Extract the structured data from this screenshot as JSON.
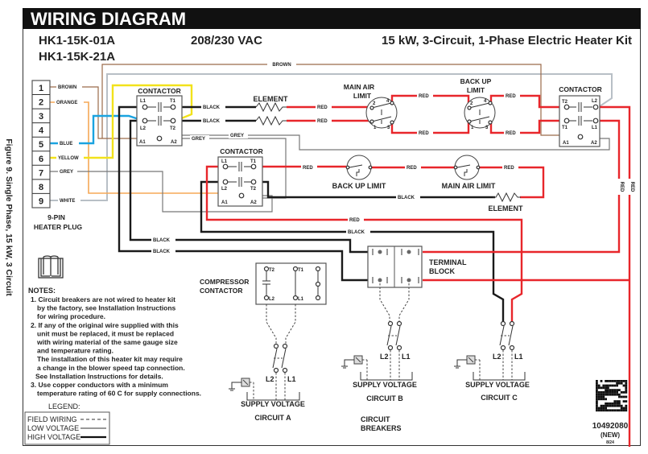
{
  "header": {
    "title": "WIRING DIAGRAM",
    "models": [
      "HK1-15K-01A",
      "HK1-15K-21A"
    ],
    "voltage": "208/230 VAC",
    "description": "15 kW, 3-Circuit, 1-Phase Electric Heater Kit"
  },
  "figure_caption": "Figure 9. Single Phase, 15 kW, 3 Circuit",
  "plug": {
    "pins": [
      "1",
      "2",
      "3",
      "4",
      "5",
      "6",
      "7",
      "8",
      "9"
    ],
    "wires": {
      "1": "BROWN",
      "2": "ORANGE",
      "5": "BLUE",
      "6": "YELLOW",
      "7": "GREY",
      "9": "WHITE"
    },
    "label_line1": "9-PIN",
    "label_line2": "HEATER PLUG"
  },
  "components": {
    "contactor": "CONTACTOR",
    "element": "ELEMENT",
    "main_air_limit_l1": "MAIN AIR",
    "main_air_limit_l2": "LIMIT",
    "back_up_limit_l1": "BACK UP",
    "back_up_limit_l2": "LIMIT",
    "back_up_limit": "BACK UP LIMIT",
    "main_air_limit": "MAIN AIR LIMIT",
    "terminal_block_l1": "TERMINAL",
    "terminal_block_l2": "BLOCK",
    "compressor_contactor_l1": "COMPRESSOR",
    "compressor_contactor_l2": "CONTACTOR",
    "terminals": {
      "L1": "L1",
      "L2": "L2",
      "T1": "T1",
      "T2": "T2",
      "A1": "A1",
      "A2": "A2"
    },
    "limit_pins": {
      "p1": "1",
      "p2": "2",
      "p3": "3",
      "p4": "4"
    }
  },
  "wire_labels": {
    "brown": "BROWN",
    "black": "BLACK",
    "red": "RED",
    "grey": "GREY"
  },
  "circuits": {
    "supply_voltage": "SUPPLY VOLTAGE",
    "a": "CIRCUIT A",
    "b": "CIRCUIT B",
    "c": "CIRCUIT C",
    "breakers_l1": "CIRCUIT",
    "breakers_l2": "BREAKERS",
    "l1": "L1",
    "l2": "L2"
  },
  "notes": {
    "title": "NOTES:",
    "lines": [
      "1. Circuit breakers are not wired to heater kit",
      "by the factory, see Installation Instructions",
      "for wiring procedure.",
      "2. If any of the original wire supplied with this",
      "unit must be replaced, it must be replaced",
      "with wiring material of the same gauge size",
      "and temperature rating.",
      "The installation of this heater kit may require",
      "a change in the blower speed tap connection.",
      "See Installation Instructions for details.",
      "3. Use copper conductors with a minimum",
      "temperature rating of 60 C for supply connections."
    ]
  },
  "legend": {
    "title": "LEGEND:",
    "items": [
      "FIELD WIRING",
      "LOW VOLTAGE",
      "HIGH VOLTAGE"
    ]
  },
  "footer": {
    "part_number": "10492080",
    "status": "(NEW)",
    "date": "8/24"
  },
  "icons": {
    "manual": "book-icon",
    "ground": "ground-icon",
    "code": "data-matrix-code"
  },
  "colors": {
    "red": "#e8262b",
    "black": "#1a1a1a",
    "blue": "#1aa3e0",
    "yellow": "#f2e21b",
    "orange": "#f5a857",
    "brown": "#9b6b4a",
    "grey": "#777777"
  }
}
